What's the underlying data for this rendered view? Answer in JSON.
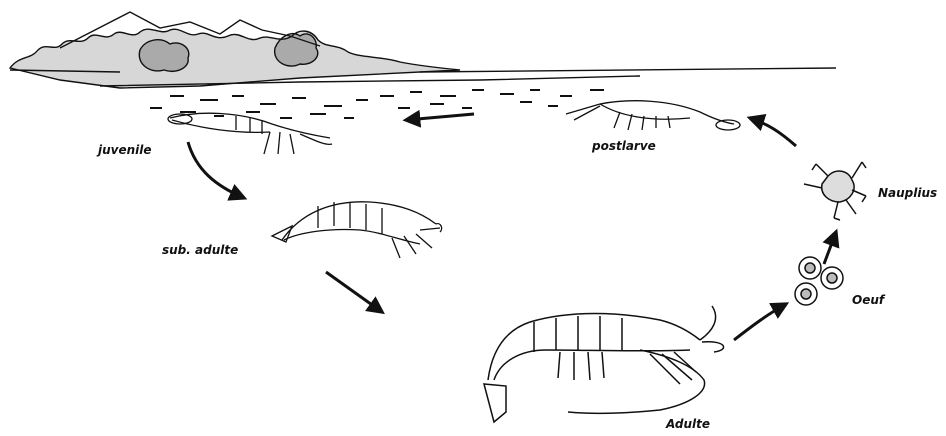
{
  "labels": {
    "juvenile": "juvenile",
    "postlarve": "postlarve",
    "nauplius": "Nauplius",
    "sub_adulte": "sub. adulte",
    "oeuf": "Oeuf",
    "adulte": "Adulte"
  },
  "colors": {
    "ink": "#111111",
    "background": "#ffffff"
  }
}
